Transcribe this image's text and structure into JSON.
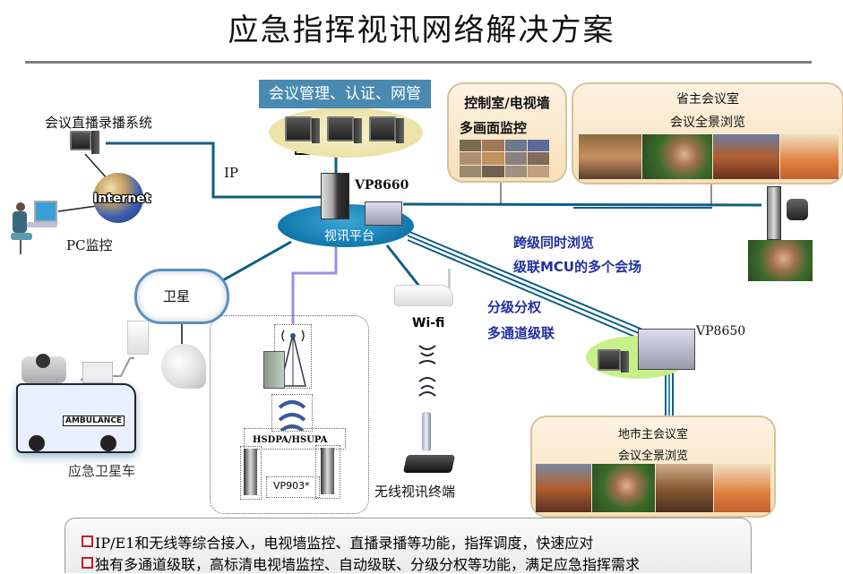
{
  "title": "应急指挥视讯网络解决方案",
  "nodes": {
    "management": {
      "label": "会议管理、认证、网管"
    },
    "broadcast_system": {
      "label": "会议直播录播系统"
    },
    "internet": {
      "label": "Internet"
    },
    "pc_monitor": {
      "label": "PC监控"
    },
    "ip_link": {
      "label": "IP"
    },
    "mcu_main": {
      "label": "VP8660"
    },
    "video_platform": {
      "label": "视讯平台"
    },
    "control_room": {
      "line1": "控制室/电视墙",
      "line2": "多画面监控"
    },
    "provincial_room": {
      "line1": "省主会议室",
      "line2": "会议全景浏览"
    },
    "satellite": {
      "label": "卫星"
    },
    "satellite_vehicle": {
      "label": "应急卫星车"
    },
    "ambulance_text": "AMBULANCE",
    "wifi": {
      "label": "Wi-fi"
    },
    "wireless_terminal": {
      "label": "无线视讯终端"
    },
    "hsdpa": {
      "label": "HSDPA/HSUPA"
    },
    "vp903": {
      "label": "VP903*"
    },
    "mcu_city": {
      "label": "VP8650"
    },
    "city_room": {
      "line1": "地市主会议室",
      "line2": "会议全景浏览"
    }
  },
  "annotations": {
    "cross_level_1": "跨级同时浏览",
    "cross_level_2": "级联MCU的多个会场",
    "hierarchy_1": "分级分权",
    "hierarchy_2": "多通道级联"
  },
  "summary": [
    "IP/E1和无线等综合接入，电视墙监控、直播录播等功能，指挥调度，快速应对",
    "独有多通道级联，高标清电视墙监控、自动级联、分级分权等功能，满足应急指挥需求"
  ],
  "colors": {
    "link_blue": "#0e5f86",
    "link_purple": "#9a8ee6",
    "annotation_blue": "#2030a0",
    "bullet_red": "#c0202a",
    "banner_blue": "#4a8ab0"
  }
}
